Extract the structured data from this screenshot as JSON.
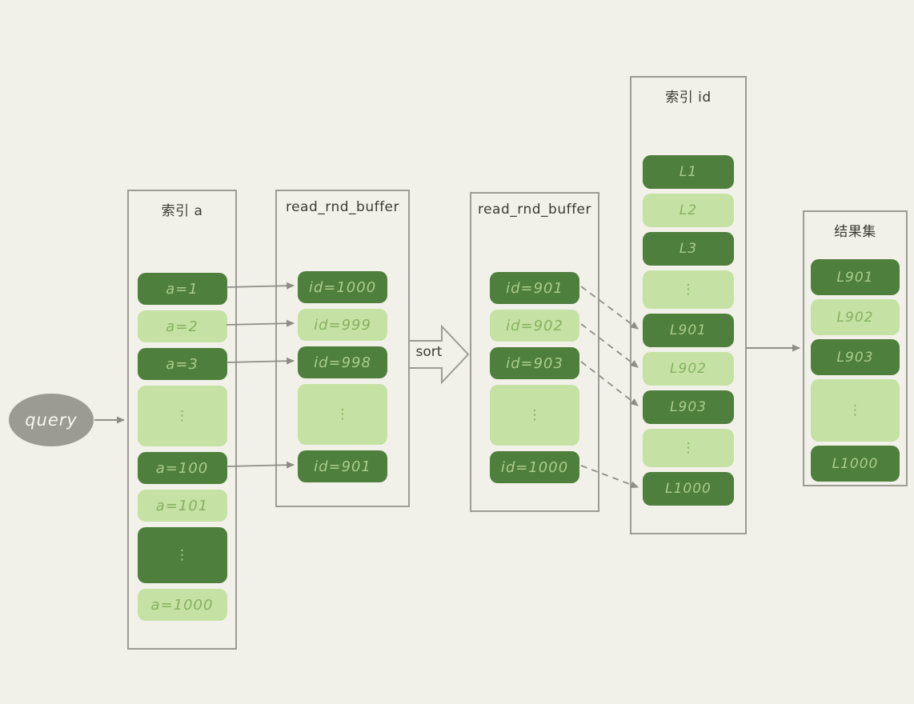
{
  "diagram": {
    "query": {
      "label": "query"
    },
    "sort": {
      "label": "sort"
    }
  },
  "columns": [
    {
      "name": "index-a",
      "title": "索引 a",
      "rows": [
        {
          "label": "a=1",
          "tone": "dark",
          "size": "n"
        },
        {
          "label": "a=2",
          "tone": "light",
          "size": "n"
        },
        {
          "label": "a=3",
          "tone": "dark",
          "size": "n"
        },
        {
          "label": "⋮",
          "tone": "light",
          "size": "d"
        },
        {
          "label": "a=100",
          "tone": "dark",
          "size": "n"
        },
        {
          "label": "a=101",
          "tone": "light",
          "size": "n"
        },
        {
          "label": "⋮",
          "tone": "dark",
          "size": "d2"
        },
        {
          "label": "a=1000",
          "tone": "light",
          "size": "n"
        }
      ]
    },
    {
      "name": "read-rnd-buffer-unsorted",
      "title": "read_rnd_buffer",
      "rows": [
        {
          "label": "id=1000",
          "tone": "dark",
          "size": "n"
        },
        {
          "label": "id=999",
          "tone": "light",
          "size": "n"
        },
        {
          "label": "id=998",
          "tone": "dark",
          "size": "n"
        },
        {
          "label": "⋮",
          "tone": "light",
          "size": "d"
        },
        {
          "label": "id=901",
          "tone": "dark",
          "size": "n"
        }
      ]
    },
    {
      "name": "read-rnd-buffer-sorted",
      "title": "read_rnd_buffer",
      "rows": [
        {
          "label": "id=901",
          "tone": "dark",
          "size": "n"
        },
        {
          "label": "id=902",
          "tone": "light",
          "size": "n"
        },
        {
          "label": "id=903",
          "tone": "dark",
          "size": "n"
        },
        {
          "label": "⋮",
          "tone": "light",
          "size": "d"
        },
        {
          "label": "id=1000",
          "tone": "dark",
          "size": "n"
        }
      ]
    },
    {
      "name": "index-id",
      "title": "索引 id",
      "rows": [
        {
          "label": "L1",
          "tone": "dark",
          "size": "n"
        },
        {
          "label": "L2",
          "tone": "light",
          "size": "n"
        },
        {
          "label": "L3",
          "tone": "dark",
          "size": "n"
        },
        {
          "label": "⋮",
          "tone": "light",
          "size": "m"
        },
        {
          "label": "L901",
          "tone": "dark",
          "size": "n"
        },
        {
          "label": "L902",
          "tone": "light",
          "size": "n"
        },
        {
          "label": "L903",
          "tone": "dark",
          "size": "n"
        },
        {
          "label": "⋮",
          "tone": "light",
          "size": "m"
        },
        {
          "label": "L1000",
          "tone": "dark",
          "size": "n"
        }
      ]
    },
    {
      "name": "result-set",
      "title": "结果集",
      "rows": [
        {
          "label": "L901",
          "tone": "dark",
          "size": "n"
        },
        {
          "label": "L902",
          "tone": "light",
          "size": "n"
        },
        {
          "label": "L903",
          "tone": "dark",
          "size": "n"
        },
        {
          "label": "⋮",
          "tone": "light",
          "size": "t"
        },
        {
          "label": "L1000",
          "tone": "dark",
          "size": "n"
        }
      ]
    }
  ],
  "palette": {
    "background": "#f2f1e9",
    "box_dark": "#4f7f3d",
    "box_light": "#c5e1a3",
    "text_on_dark": "#a9cd8a",
    "text_on_light": "#86b161",
    "frame_border": "#9c9c94",
    "arrow_gray": "#8e8e86",
    "title_text": "#3a3a35",
    "ellipse_fill": "#9b9b93",
    "ellipse_text": "#f7f6f0"
  }
}
